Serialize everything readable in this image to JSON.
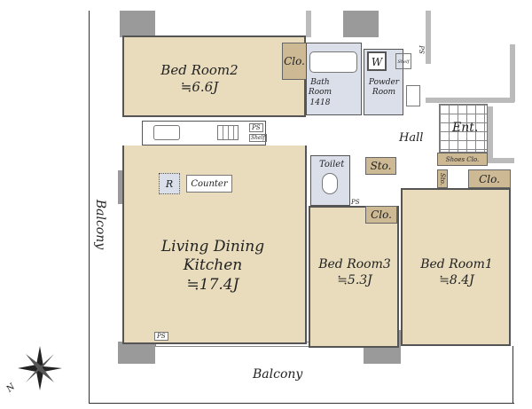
{
  "rooms": {
    "bedroom2": {
      "name": "Bed Room2",
      "size": "≒6.6J"
    },
    "ldk": {
      "name1": "Living Dining",
      "name2": "Kitchen",
      "size": "≒17.4J"
    },
    "bedroom3": {
      "name": "Bed Room3",
      "size": "≒5.3J"
    },
    "bedroom1": {
      "name": "Bed Room1",
      "size": "≒8.4J"
    },
    "bath": {
      "name1": "Bath",
      "name2": "Room",
      "name3": "1418"
    },
    "powder": {
      "name1": "Powder",
      "name2": "Room"
    },
    "toilet": "Toilet",
    "hall": "Hall",
    "entrance": "Ent."
  },
  "storage": {
    "clo": "Clo.",
    "sto": "Sto.",
    "shoes": "Shoes Clo.",
    "shelf": "Shelf",
    "ps": "PS",
    "washer": "W",
    "fridge": "R",
    "counter": "Counter"
  },
  "balcony": {
    "left": "Balcony",
    "bottom": "Balcony"
  },
  "compass": "N"
}
